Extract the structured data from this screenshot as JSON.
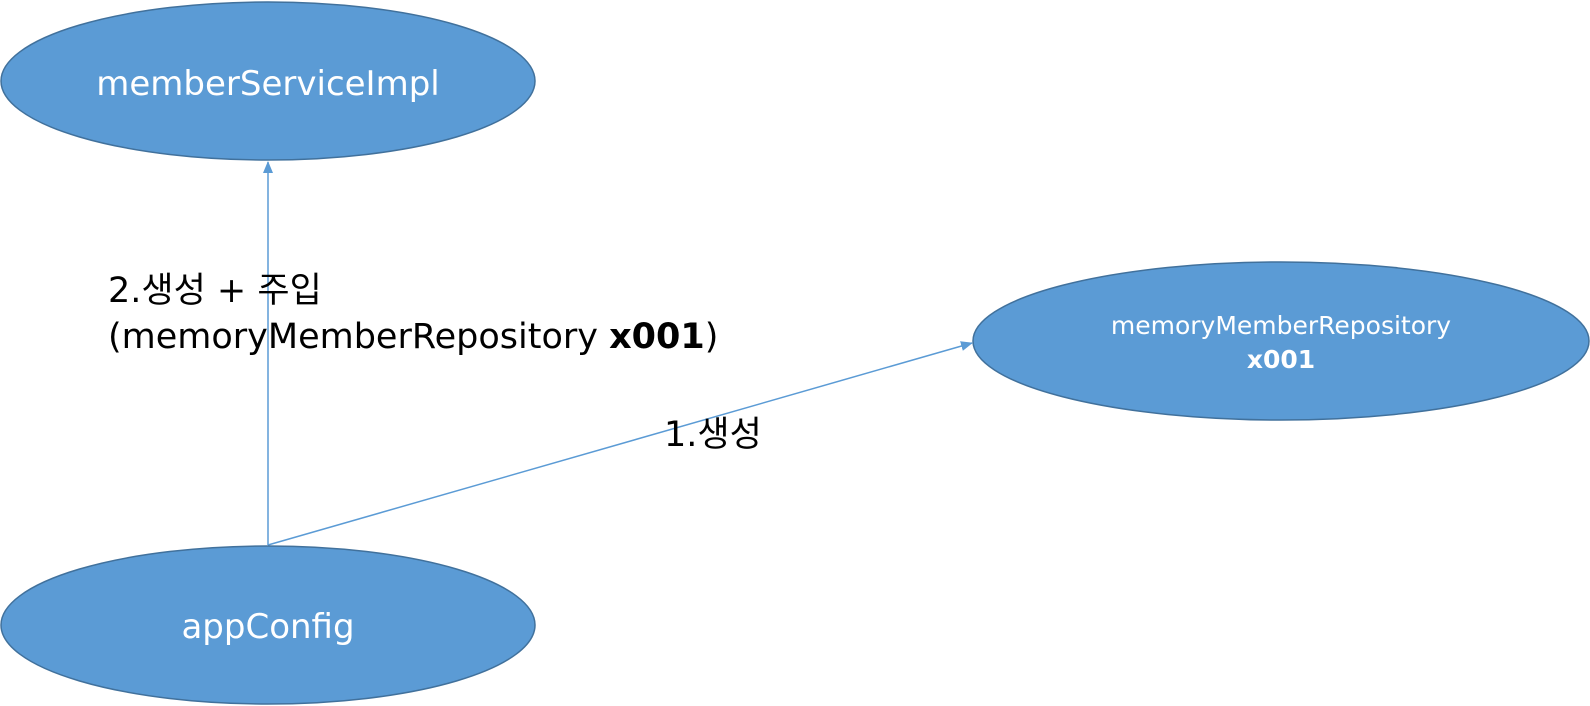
{
  "colors": {
    "node_fill": "#5b9bd5",
    "node_stroke": "#41719c",
    "edge": "#5b9bd5",
    "node_text": "#ffffff",
    "edge_text": "#000000"
  },
  "nodes": {
    "member_service_impl": {
      "label": "memberServiceImpl"
    },
    "memory_member_repository": {
      "label": "memoryMemberRepository",
      "id": "x001"
    },
    "app_config": {
      "label": "appConfig"
    }
  },
  "edges": {
    "create_repository": {
      "label": "1.생성"
    },
    "create_and_inject": {
      "label_line1": "2.생성 + 주입",
      "label_line2_prefix": "(memoryMemberRepository ",
      "label_line2_bold": "x001",
      "label_line2_suffix": ")"
    }
  }
}
